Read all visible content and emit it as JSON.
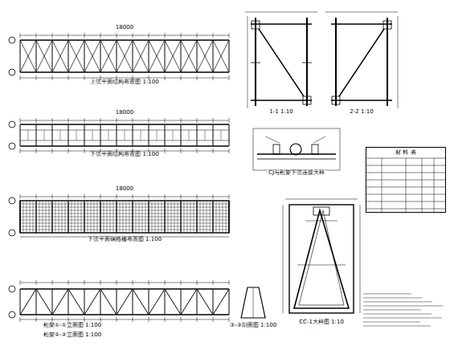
{
  "diagram": {
    "nodes": [
      {
        "text": [
          "材 料 表"
        ]
      }
    ],
    "labels": [
      "上弦平面结构布置图 1:100",
      "下弦平面结构布置图 1:100",
      "下弦平面钢格栅布置图 1:100",
      "桁架①-①立面图 1:100",
      "桁架②-②立面图 1:100",
      "③-③剖面图 1:100",
      "1-1 1:10",
      "2-2 1:10",
      "CJ与桁架下弦连接大样",
      "CC-1大样图 1:10",
      "18000",
      "18000",
      "18000"
    ]
  }
}
